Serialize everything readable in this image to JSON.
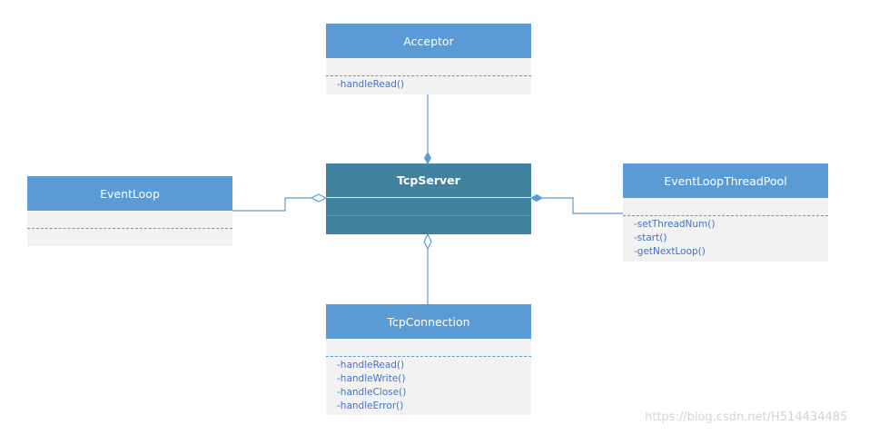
{
  "classes": {
    "acceptor": {
      "name": "Acceptor",
      "methods": [
        "-handleRead()"
      ]
    },
    "eventloop": {
      "name": "EventLoop",
      "methods": []
    },
    "tcpserver": {
      "name": "TcpServer",
      "methods": []
    },
    "threadpool": {
      "name": "EventLoopThreadPool",
      "methods": [
        "-setThreadNum()",
        "-start()",
        "-getNextLoop()"
      ]
    },
    "tcpconnection": {
      "name": "TcpConnection",
      "methods": [
        "-handleRead()",
        "-handleWrite()",
        "-handleClose()",
        "-handleError()"
      ]
    }
  },
  "relations": [
    {
      "from": "acceptor",
      "to": "tcpserver",
      "type": "composition"
    },
    {
      "from": "eventloop",
      "to": "tcpserver",
      "type": "aggregation"
    },
    {
      "from": "threadpool",
      "to": "tcpserver",
      "type": "composition"
    },
    {
      "from": "tcpconnection",
      "to": "tcpserver",
      "type": "aggregation"
    }
  ],
  "colors": {
    "header": "#5b9bd5",
    "server": "#41829f",
    "body": "#f2f2f2",
    "line": "#5b9bd5",
    "method_text": "#4472c4"
  },
  "watermark": "https://blog.csdn.net/H514434485"
}
